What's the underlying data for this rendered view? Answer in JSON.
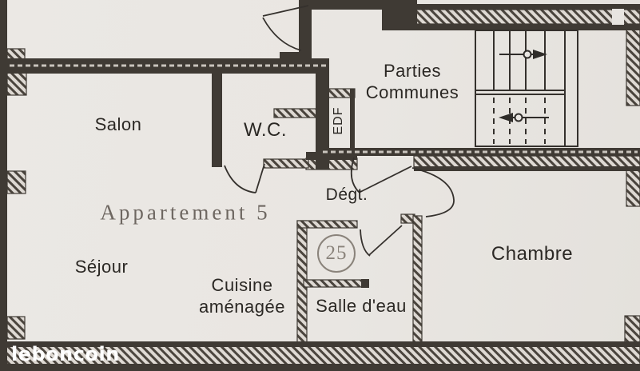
{
  "document_type": "apartment-floorplan-photo",
  "watermark": {
    "brand": "leboncoin"
  },
  "plan": {
    "apartment_label": "Appartement 5",
    "unit_number": "25",
    "rooms": {
      "salon": "Salon",
      "wc": "W.C.",
      "parties_communes_line1": "Parties",
      "parties_communes_line2": "Communes",
      "edf": "EDF",
      "degt": "Dégt.",
      "sejour": "Séjour",
      "cuisine_line1": "Cuisine",
      "cuisine_line2": "aménagée",
      "salle_deau": "Salle d'eau",
      "chambre": "Chambre"
    },
    "stairs": {
      "up_arrow_direction": "right",
      "down_arrow_direction": "left"
    },
    "colors": {
      "paper": "#e9e6e2",
      "wall_dark": "#3f3a34",
      "hatch_line": "#4a443d",
      "ink": "#2b2824",
      "stamp_gray": "#8a837b",
      "watermark_text": "#ffffff"
    }
  }
}
